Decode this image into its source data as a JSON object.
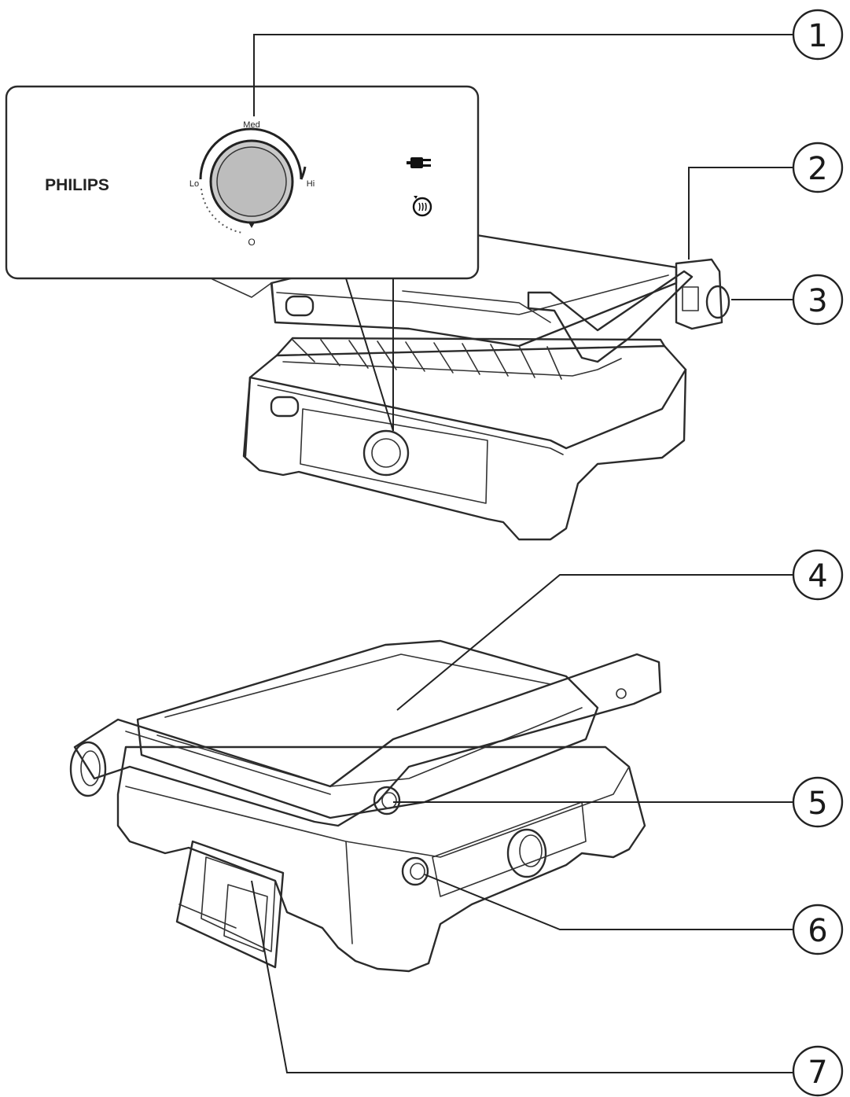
{
  "panel": {
    "brand": "PHILIPS",
    "dial_labels": {
      "med": "Med",
      "lo": "Lo",
      "hi": "Hi",
      "off": "O"
    }
  },
  "callouts": [
    "1",
    "2",
    "3",
    "4",
    "5",
    "6",
    "7"
  ],
  "colors": {
    "dial_fill": "#c9c9c9",
    "line": "#2b2b2b"
  }
}
